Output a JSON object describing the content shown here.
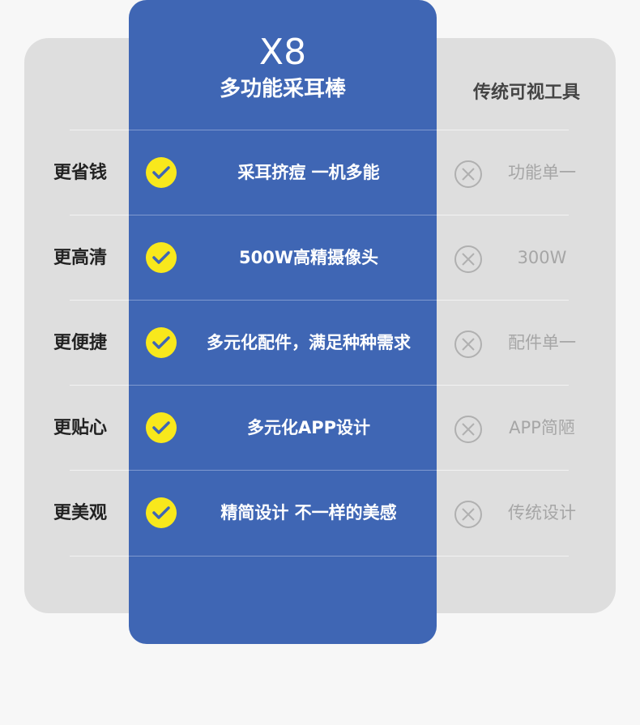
{
  "header": {
    "product_model": "X8",
    "product_name": "多功能采耳棒",
    "traditional_title": "传统可视工具"
  },
  "rows": [
    {
      "label": "更省钱",
      "feature": "采耳挤痘 一机多能",
      "traditional": "功能单一"
    },
    {
      "label": "更高清",
      "feature": "500W高精摄像头",
      "traditional": "300W"
    },
    {
      "label": "更便捷",
      "feature": "多元化配件，满足种种需求",
      "traditional": "配件单一"
    },
    {
      "label": "更贴心",
      "feature": "多元化APP设计",
      "traditional": "APP简陋"
    },
    {
      "label": "更美观",
      "feature": "精简设计 不一样的美感",
      "traditional": "传统设计"
    }
  ],
  "colors": {
    "product_column": "#3f66b4",
    "check_badge": "#f8e81c",
    "background_card": "#dedede"
  }
}
